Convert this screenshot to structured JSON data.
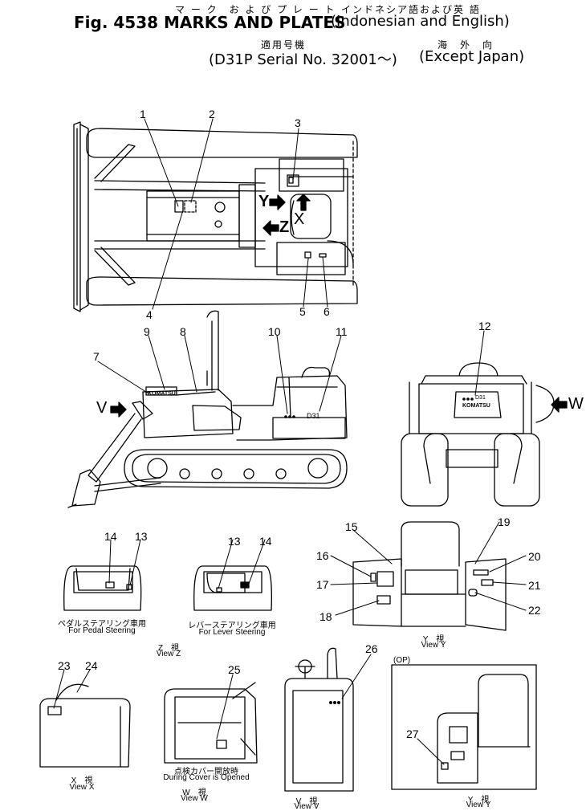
{
  "header": {
    "jp_title": "マ ー ク　お よ び プ レ ー ト",
    "jp_lang": "インドネシア語および英 語",
    "fig_title": "Fig. 4538 MARKS AND PLATES",
    "lang": "(Indonesian and English)",
    "jp_serial": "適用号機",
    "serial": "(D31P Serial No. 32001～)",
    "jp_except": "海　外　向",
    "except": "(Except Japan)"
  },
  "callouts": [
    "1",
    "2",
    "3",
    "4",
    "5",
    "6",
    "7",
    "8",
    "9",
    "10",
    "11",
    "12",
    "13",
    "14",
    "13",
    "14",
    "15",
    "16",
    "17",
    "18",
    "19",
    "20",
    "21",
    "22",
    "23",
    "24",
    "25",
    "26",
    "27"
  ],
  "arrows": {
    "y": "Y",
    "z": "Z",
    "x": "X",
    "v": "V",
    "w": "W"
  },
  "plates": {
    "brand": "KOMATSU",
    "model": "D31"
  },
  "captions": {
    "pedal_jp": "ペダルステアリング車用",
    "pedal_en": "For Pedal Steering",
    "lever_jp": "レバーステアリング車用",
    "lever_en": "For Lever Steering",
    "view_z_jp": "Z　視",
    "view_z": "View Z",
    "view_y_jp": "Y　視",
    "view_y": "View Y",
    "view_x_jp": "X　視",
    "view_x": "View X",
    "view_w_jp1": "点検カバー開放時",
    "view_w_en": "During Cover is Opened",
    "view_w_jp2": "W　視",
    "view_w": "View W",
    "view_v_jp": "V　視",
    "view_v": "View V",
    "op": "(OP)",
    "view_y2_jp": "Y　視",
    "view_y2": "View Y"
  }
}
